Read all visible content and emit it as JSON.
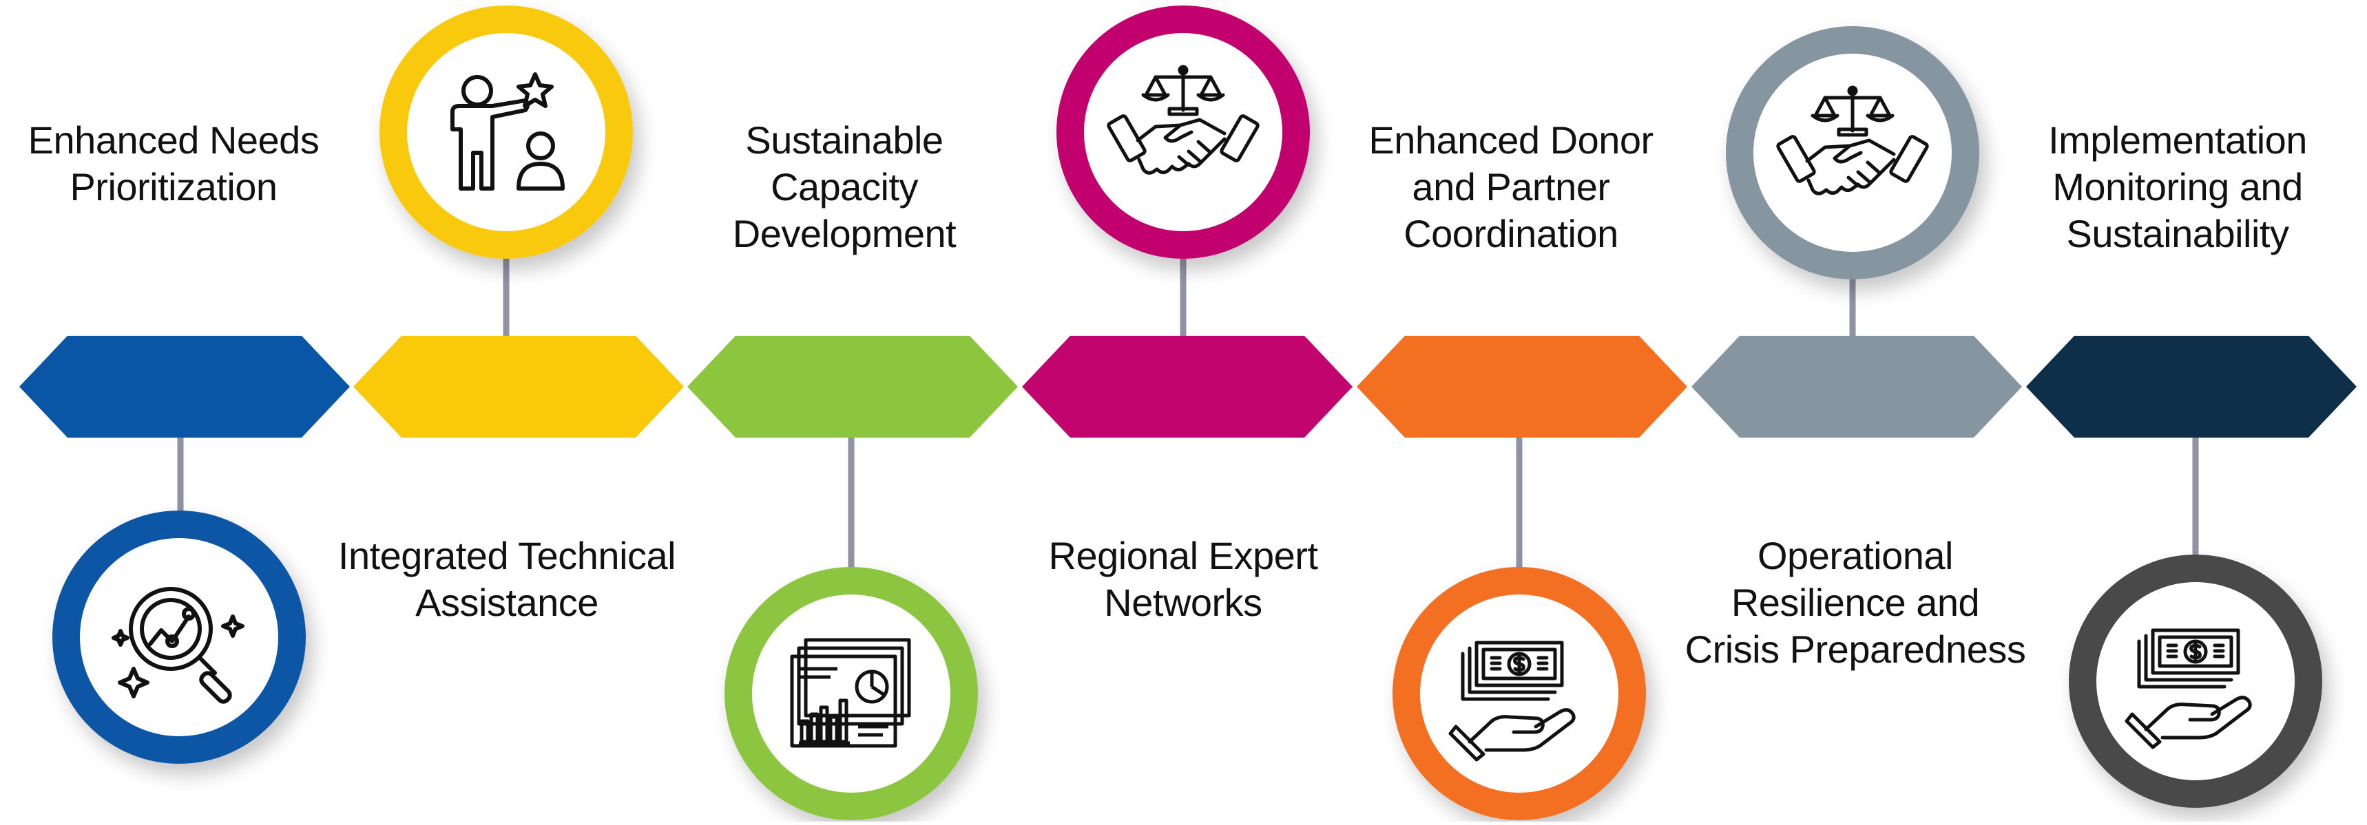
{
  "stages": [
    {
      "label_lines": [
        "Enhanced Needs",
        "Prioritization"
      ],
      "color": "#0a56a6",
      "icon": "magnifier-analysis-icon",
      "label_pos": "top",
      "circle_pos": "bottom"
    },
    {
      "label_lines": [
        "Integrated Technical",
        "Assistance"
      ],
      "color": "#f9c90a",
      "icon": "person-star-icon",
      "label_pos": "bottom",
      "circle_pos": "top"
    },
    {
      "label_lines": [
        "Sustainable",
        "Capacity",
        "Development"
      ],
      "color": "#8cc63f",
      "icon": "report-dashboard-icon",
      "label_pos": "top",
      "circle_pos": "bottom"
    },
    {
      "label_lines": [
        "Regional Expert",
        "Networks"
      ],
      "color": "#c2056e",
      "icon": "handshake-scales-icon",
      "label_pos": "bottom",
      "circle_pos": "top"
    },
    {
      "label_lines": [
        "Enhanced Donor",
        "and Partner",
        "Coordination"
      ],
      "color": "#f37021",
      "icon": "money-hand-icon",
      "label_pos": "top",
      "circle_pos": "bottom"
    },
    {
      "label_lines": [
        "Operational",
        "Resilience and",
        "Crisis Preparedness"
      ],
      "color": "#8696a0",
      "icon": "handshake-scales-icon",
      "label_pos": "bottom",
      "circle_pos": "top"
    },
    {
      "label_lines": [
        "Implementation",
        "Monitoring and",
        "Sustainability"
      ],
      "color": "#0d2f4a",
      "icon": "money-hand-icon",
      "label_pos": "top",
      "circle_pos": "bottom"
    }
  ],
  "colors": {
    "connector": "#8f93a4",
    "bottom_circle_7": "#4a4a4a",
    "icon_stroke": "#111111"
  }
}
